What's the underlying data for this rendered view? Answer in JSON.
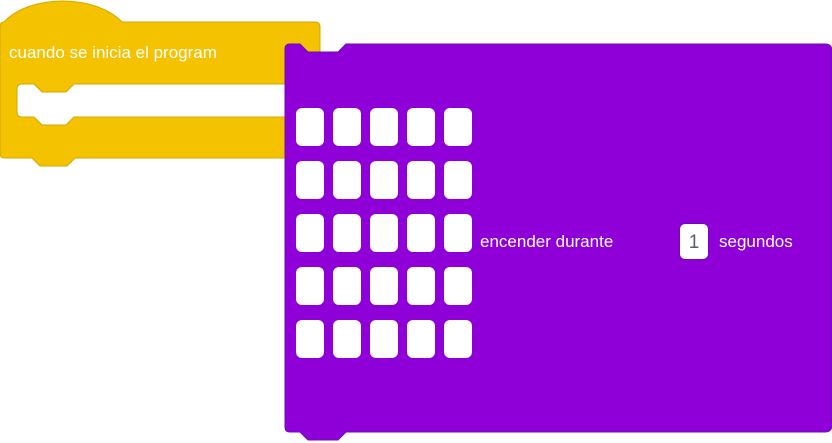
{
  "hat_block": {
    "label": "cuando se inicia el program",
    "color": "#f5c200",
    "border_color": "#d4a800"
  },
  "led_block": {
    "color": "#8f00d9",
    "border_color": "#6d0bb8",
    "text_before": "encender durante",
    "duration_value": "1",
    "text_after": "segundos",
    "led_grid": {
      "rows": 5,
      "cols": 5,
      "led_color": "#ffffff"
    }
  }
}
